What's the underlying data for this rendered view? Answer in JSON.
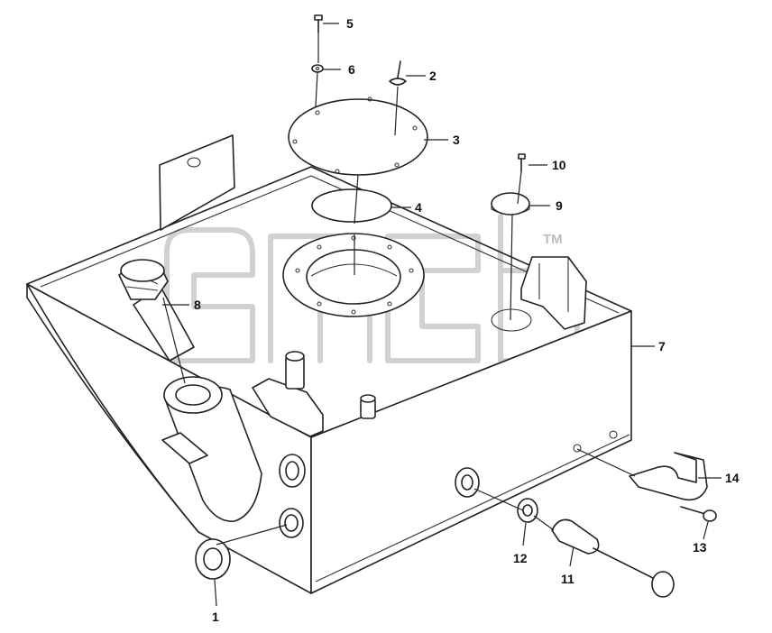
{
  "watermark": {
    "mark": "TM"
  },
  "parts": [
    {
      "id": "1",
      "label": "1"
    },
    {
      "id": "2",
      "label": "2"
    },
    {
      "id": "3",
      "label": "3"
    },
    {
      "id": "4",
      "label": "4"
    },
    {
      "id": "5",
      "label": "5"
    },
    {
      "id": "6",
      "label": "6"
    },
    {
      "id": "7",
      "label": "7"
    },
    {
      "id": "8",
      "label": "8"
    },
    {
      "id": "9",
      "label": "9"
    },
    {
      "id": "10",
      "label": "10"
    },
    {
      "id": "11",
      "label": "11"
    },
    {
      "id": "12",
      "label": "12"
    },
    {
      "id": "13",
      "label": "13"
    },
    {
      "id": "14",
      "label": "14"
    }
  ]
}
